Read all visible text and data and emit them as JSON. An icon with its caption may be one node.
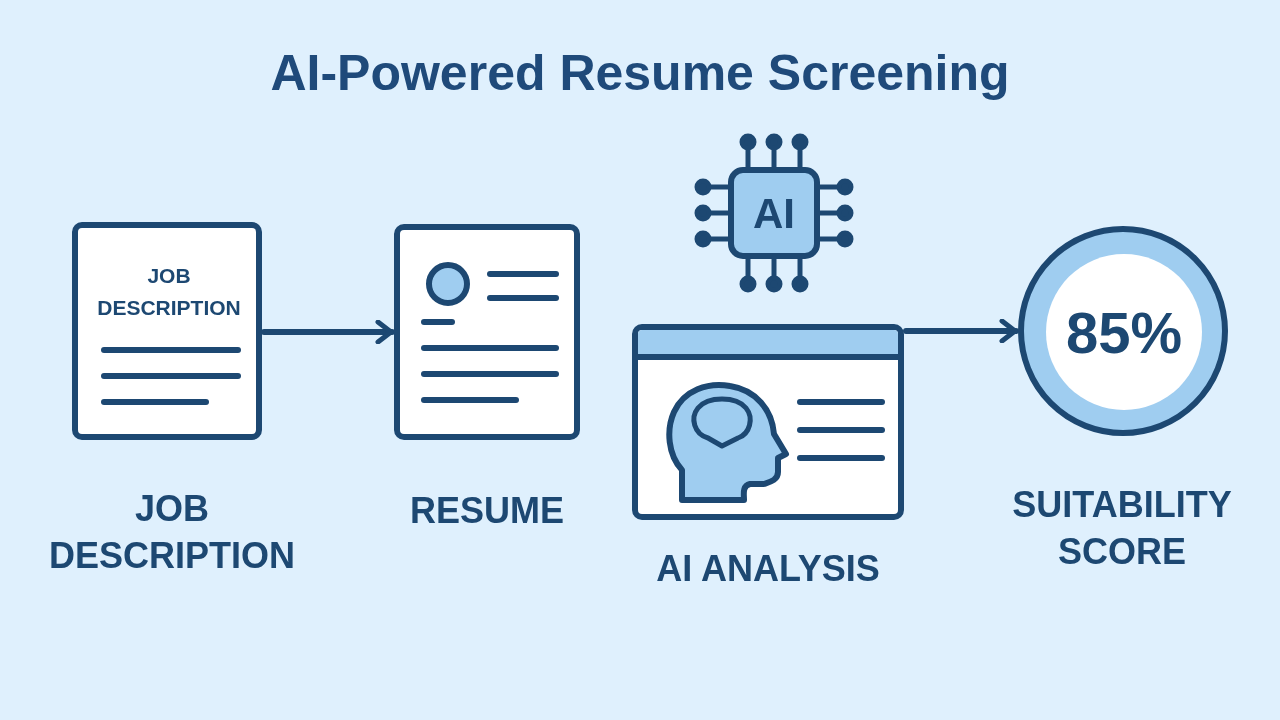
{
  "diagram": {
    "title": "AI-Powered Resume Screening",
    "nodes": [
      {
        "text": [
          "JOB DESCRIPTION"
        ],
        "beside": [
          "JOB DESCRIPTION"
        ]
      },
      {
        "text": [],
        "shape": "box",
        "beside": [
          "RESUME"
        ]
      },
      {
        "text": [
          "AI"
        ]
      },
      {
        "text": [],
        "shape": "box",
        "beside": [
          "AI ANALYSIS"
        ]
      },
      {
        "text": [
          "85%"
        ],
        "beside": [
          "SUITABILITY SCORE"
        ]
      }
    ],
    "edges": [
      {
        "from": 0,
        "to": 1,
        "arrow": "to"
      },
      {
        "from": 3,
        "to": 4,
        "arrow": "to"
      }
    ]
  }
}
